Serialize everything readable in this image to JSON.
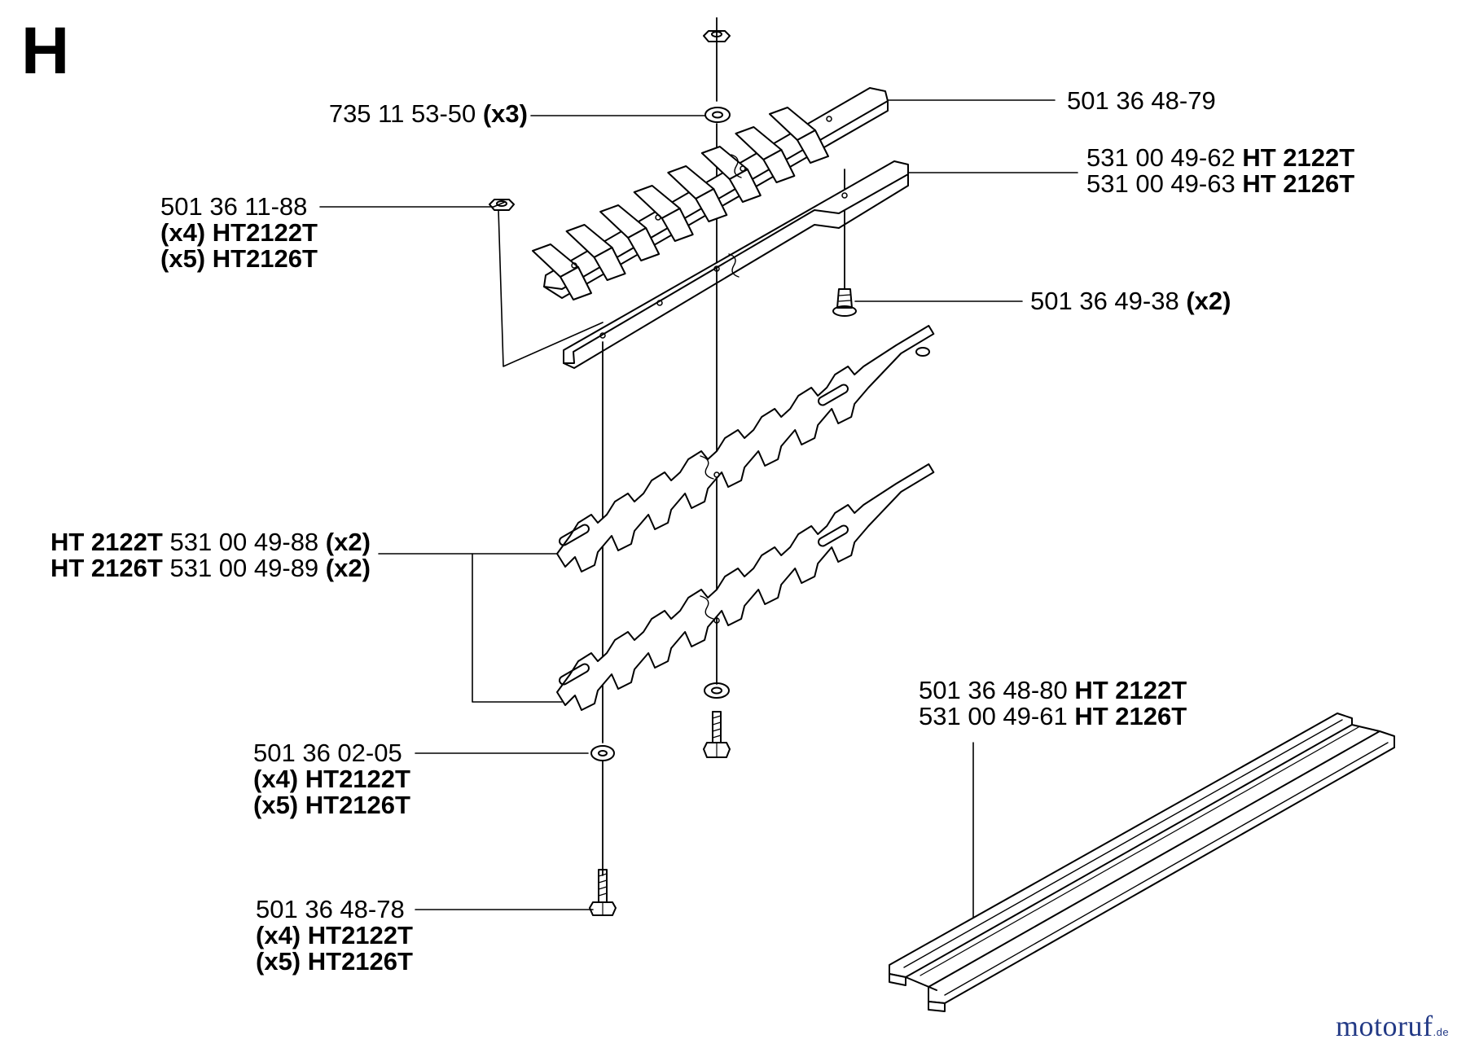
{
  "section_letter": "H",
  "callouts": [
    {
      "id": "washer-top",
      "lines": [
        [
          {
            "t": "735 11 53-50 "
          },
          {
            "t": "(x3)",
            "b": true
          }
        ]
      ]
    },
    {
      "id": "upper-plate",
      "lines": [
        [
          {
            "t": "501 36 48-79"
          }
        ]
      ]
    },
    {
      "id": "guide-bar",
      "lines": [
        [
          {
            "t": "531 00 49-62 "
          },
          {
            "t": "HT 2122T",
            "b": true
          }
        ],
        [
          {
            "t": "531 00 49-63 "
          },
          {
            "t": "HT 2126T",
            "b": true
          }
        ]
      ]
    },
    {
      "id": "nut-small",
      "lines": [
        [
          {
            "t": "501 36 11-88"
          }
        ],
        [
          {
            "t": "(x4) HT2122T",
            "b": true
          }
        ],
        [
          {
            "t": "(x5) HT2126T",
            "b": true
          }
        ]
      ]
    },
    {
      "id": "screw-flat",
      "lines": [
        [
          {
            "t": "501 36 49-38 "
          },
          {
            "t": "(x2)",
            "b": true
          }
        ]
      ]
    },
    {
      "id": "cutting-blade",
      "lines": [
        [
          {
            "t": "HT 2122T",
            "b": true
          },
          {
            "t": " 531 00 49-88 "
          },
          {
            "t": "(x2)",
            "b": true
          }
        ],
        [
          {
            "t": "HT 2126T",
            "b": true
          },
          {
            "t": " 531 00 49-89 "
          },
          {
            "t": "(x2)",
            "b": true
          }
        ]
      ]
    },
    {
      "id": "washer-bottom",
      "lines": [
        [
          {
            "t": "501 36 02-05"
          }
        ],
        [
          {
            "t": "(x4) HT2122T",
            "b": true
          }
        ],
        [
          {
            "t": "(x5) HT2126T",
            "b": true
          }
        ]
      ]
    },
    {
      "id": "bolt-bottom",
      "lines": [
        [
          {
            "t": "501 36 48-78"
          }
        ],
        [
          {
            "t": "(x4) HT2122T",
            "b": true
          }
        ],
        [
          {
            "t": "(x5) HT2126T",
            "b": true
          }
        ]
      ]
    },
    {
      "id": "blade-guard",
      "lines": [
        [
          {
            "t": "501 36 48-80 "
          },
          {
            "t": "HT 2122T",
            "b": true
          }
        ],
        [
          {
            "t": "531 00 49-61 "
          },
          {
            "t": "HT 2126T",
            "b": true
          }
        ]
      ]
    }
  ],
  "watermark": {
    "text": "motoruf",
    "suffix": ".de"
  },
  "colors": {
    "ink": "#000000",
    "logo": "#233a86",
    "background": "#ffffff"
  }
}
